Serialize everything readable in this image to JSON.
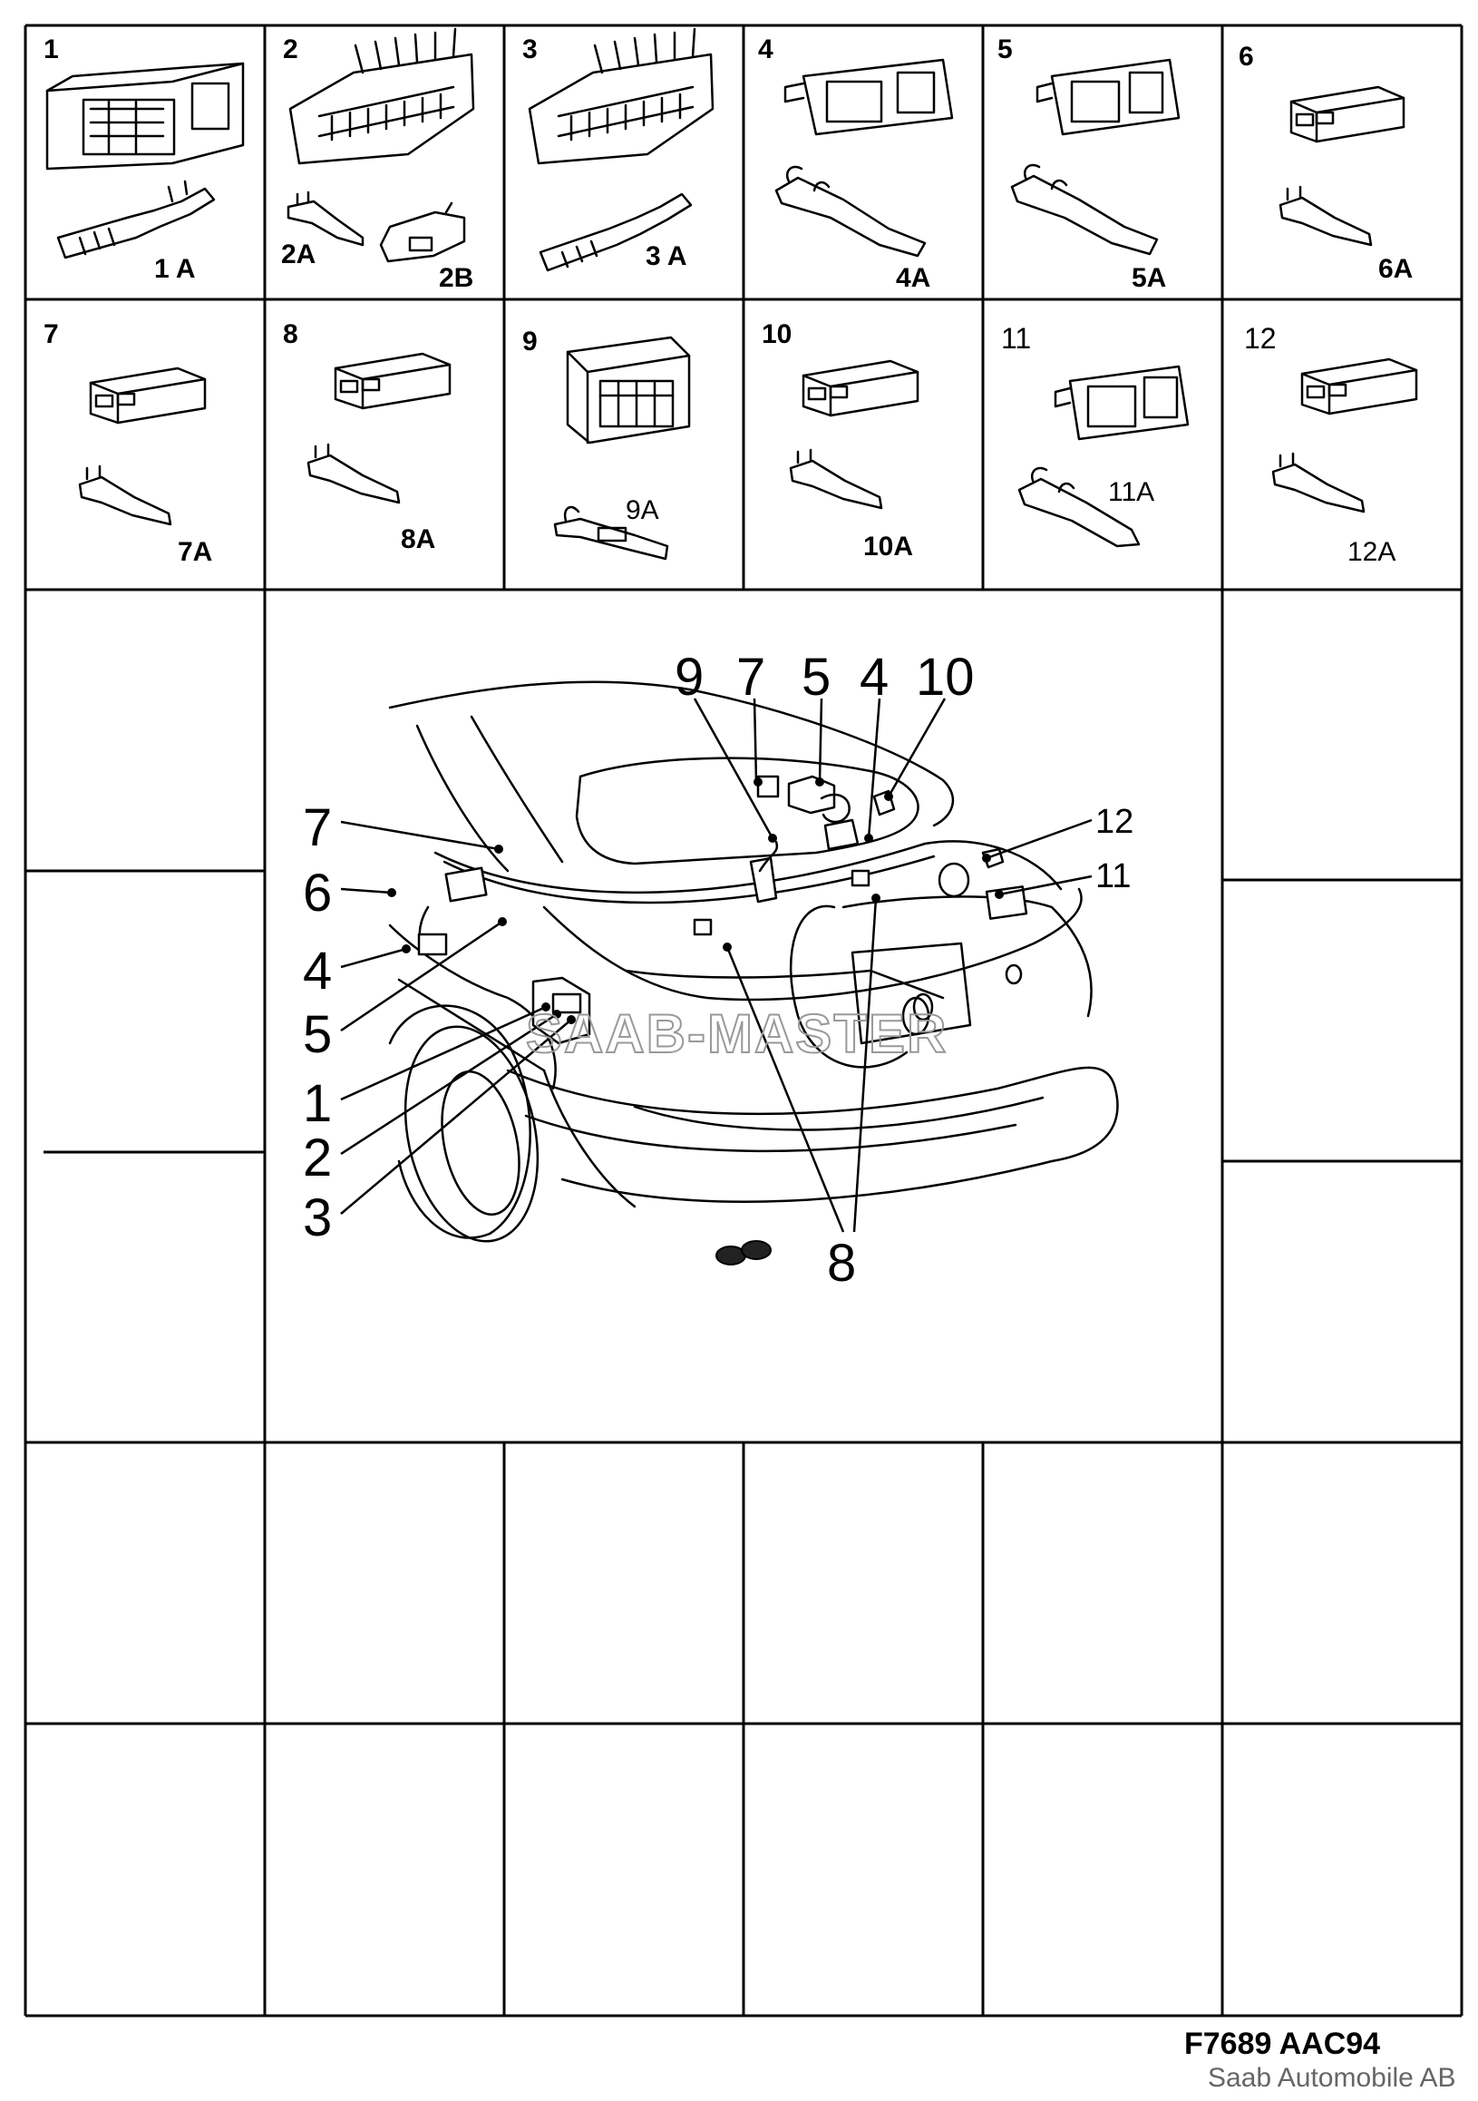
{
  "cells": [
    {
      "number": "1",
      "parts": [
        "1 A"
      ]
    },
    {
      "number": "2",
      "parts": [
        "2A",
        "2B"
      ]
    },
    {
      "number": "3",
      "parts": [
        "3 A"
      ]
    },
    {
      "number": "4",
      "parts": [
        "4A"
      ]
    },
    {
      "number": "5",
      "parts": [
        "5A"
      ]
    },
    {
      "number": "6",
      "parts": [
        "6A"
      ]
    },
    {
      "number": "7",
      "parts": [
        "7A"
      ]
    },
    {
      "number": "8",
      "parts": [
        "8A"
      ]
    },
    {
      "number": "9",
      "parts": [
        "9A"
      ]
    },
    {
      "number": "10",
      "parts": [
        "10A"
      ]
    },
    {
      "number": "11",
      "parts": [
        "11A"
      ]
    },
    {
      "number": "12",
      "parts": [
        "12A"
      ]
    }
  ],
  "callouts": {
    "top": [
      "9",
      "7",
      "5",
      "4",
      "10"
    ],
    "left": [
      "7",
      "6",
      "4",
      "5",
      "1",
      "2",
      "3"
    ],
    "right": [
      "12",
      "11"
    ],
    "bottom": "8"
  },
  "watermark": "SAAB-MASTER",
  "footer": {
    "figure_code": "F7689 AAC94",
    "credit": "Saab Automobile AB"
  }
}
